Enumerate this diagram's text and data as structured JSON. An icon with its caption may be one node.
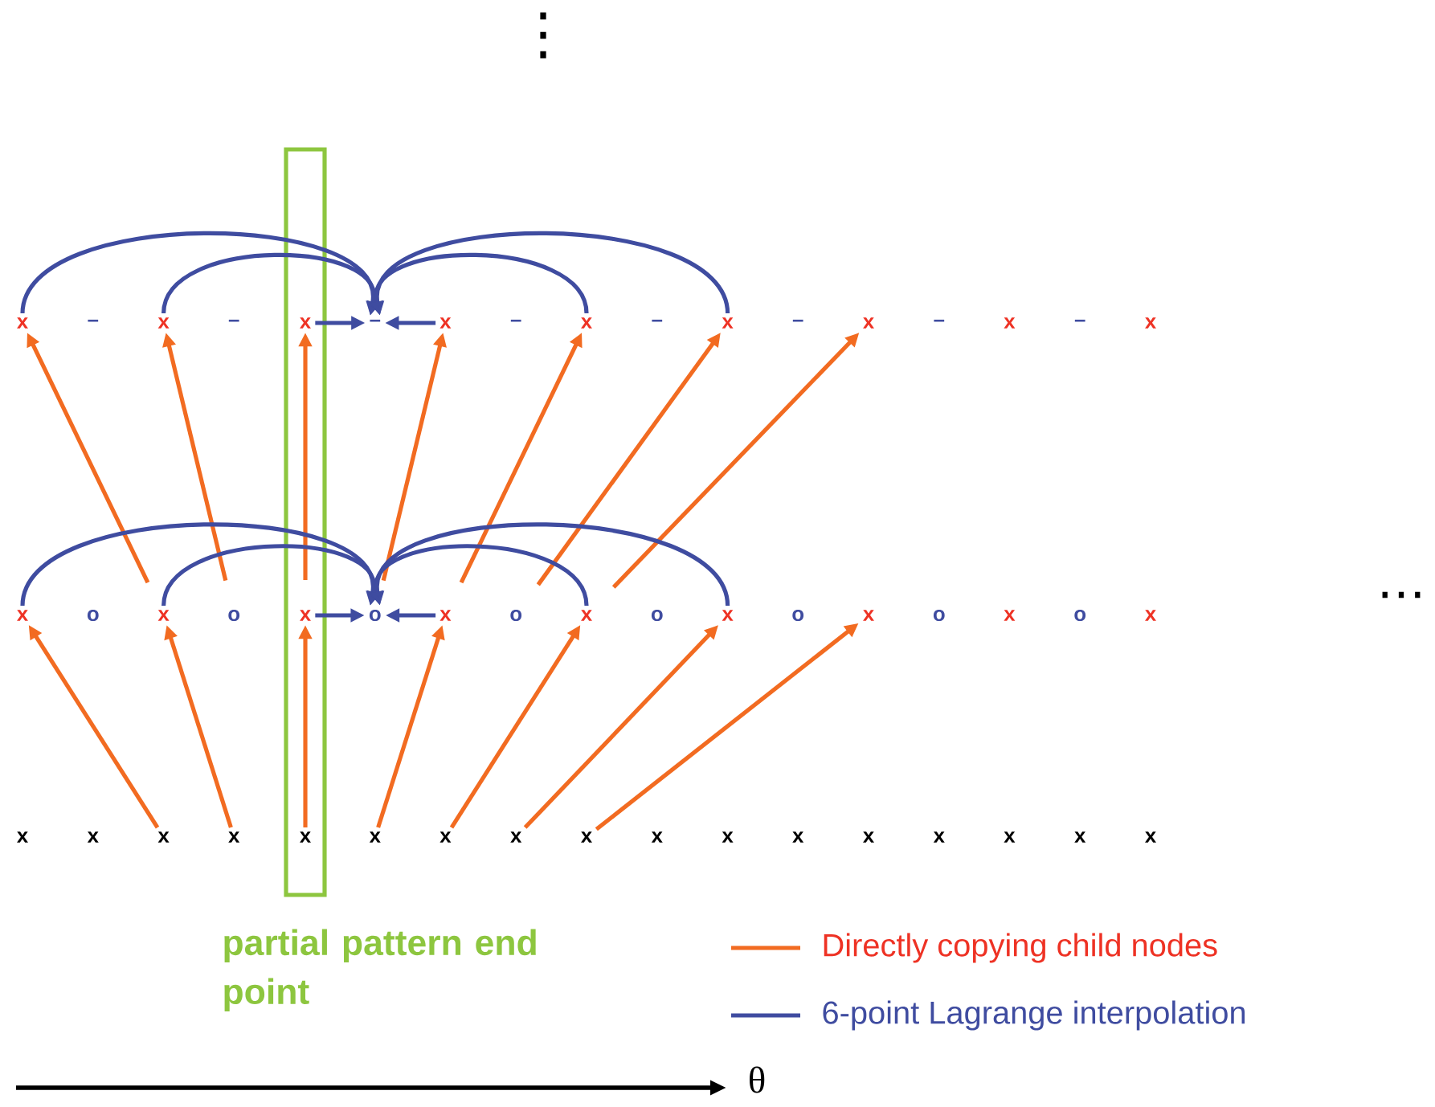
{
  "diagram": {
    "nodes": [
      {
        "text": [
          "partial pattern end point"
        ]
      },
      {
        "text": [
          "x"
        ]
      },
      {
        "text": [
          "–"
        ]
      },
      {
        "text": [
          "x"
        ]
      },
      {
        "text": [
          "–"
        ]
      },
      {
        "text": [
          "x"
        ],
        "in": 0
      },
      {
        "text": [
          "–"
        ]
      },
      {
        "text": [
          "x"
        ]
      },
      {
        "text": [
          "–"
        ]
      },
      {
        "text": [
          "x"
        ]
      },
      {
        "text": [
          "–"
        ]
      },
      {
        "text": [
          "x"
        ]
      },
      {
        "text": [
          "–"
        ]
      },
      {
        "text": [
          "x"
        ]
      },
      {
        "text": [
          "–"
        ]
      },
      {
        "text": [
          "x"
        ]
      },
      {
        "text": [
          "–"
        ]
      },
      {
        "text": [
          "x"
        ]
      },
      {
        "text": [
          "x"
        ]
      },
      {
        "text": [
          "o"
        ]
      },
      {
        "text": [
          "x"
        ]
      },
      {
        "text": [
          "o"
        ]
      },
      {
        "text": [
          "x"
        ],
        "in": 0
      },
      {
        "text": [
          "o"
        ]
      },
      {
        "text": [
          "x"
        ]
      },
      {
        "text": [
          "o"
        ]
      },
      {
        "text": [
          "x"
        ]
      },
      {
        "text": [
          "o"
        ]
      },
      {
        "text": [
          "x"
        ]
      },
      {
        "text": [
          "o"
        ]
      },
      {
        "text": [
          "x"
        ]
      },
      {
        "text": [
          "o"
        ]
      },
      {
        "text": [
          "x"
        ]
      },
      {
        "text": [
          "o"
        ]
      },
      {
        "text": [
          "x"
        ]
      },
      {
        "text": [
          "x"
        ]
      },
      {
        "text": [
          "x"
        ]
      },
      {
        "text": [
          "x"
        ]
      },
      {
        "text": [
          "x"
        ]
      },
      {
        "text": [
          "x"
        ],
        "in": 0
      },
      {
        "text": [
          "x"
        ]
      },
      {
        "text": [
          "x"
        ]
      },
      {
        "text": [
          "x"
        ]
      },
      {
        "text": [
          "x"
        ]
      },
      {
        "text": [
          "x"
        ]
      },
      {
        "text": [
          "x"
        ]
      },
      {
        "text": [
          "x"
        ]
      },
      {
        "text": [
          "x"
        ]
      },
      {
        "text": [
          "x"
        ]
      },
      {
        "text": [
          "x"
        ]
      },
      {
        "text": [
          "x"
        ]
      },
      {
        "text": [
          "x"
        ]
      }
    ],
    "edges": [
      {
        "from": 1,
        "to": 6,
        "arrow": "to",
        "color": "#3f4ca0"
      },
      {
        "from": 3,
        "to": 6,
        "arrow": "to",
        "color": "#3f4ca0"
      },
      {
        "from": 5,
        "to": 6,
        "arrow": "to",
        "color": "#3f4ca0"
      },
      {
        "from": 7,
        "to": 6,
        "arrow": "to",
        "color": "#3f4ca0"
      },
      {
        "from": 9,
        "to": 6,
        "arrow": "to",
        "color": "#3f4ca0"
      },
      {
        "from": 11,
        "to": 6,
        "arrow": "to",
        "color": "#3f4ca0"
      },
      {
        "from": 20,
        "to": 1,
        "arrow": "to"
      },
      {
        "from": 21,
        "to": 3,
        "arrow": "to"
      },
      {
        "from": 22,
        "to": 5,
        "arrow": "to"
      },
      {
        "from": 23,
        "to": 7,
        "arrow": "to"
      },
      {
        "from": 24,
        "to": 9,
        "arrow": "to"
      },
      {
        "from": 25,
        "to": 11,
        "arrow": "to"
      },
      {
        "from": 26,
        "to": 13,
        "arrow": "to"
      },
      {
        "from": 18,
        "to": 23,
        "arrow": "to",
        "color": "#3f4ca0"
      },
      {
        "from": 20,
        "to": 23,
        "arrow": "to",
        "color": "#3f4ca0"
      },
      {
        "from": 22,
        "to": 23,
        "arrow": "to",
        "color": "#3f4ca0"
      },
      {
        "from": 24,
        "to": 23,
        "arrow": "to",
        "color": "#3f4ca0"
      },
      {
        "from": 26,
        "to": 23,
        "arrow": "to",
        "color": "#3f4ca0"
      },
      {
        "from": 28,
        "to": 23,
        "arrow": "to",
        "color": "#3f4ca0"
      },
      {
        "from": 37,
        "to": 18,
        "arrow": "to"
      },
      {
        "from": 38,
        "to": 20,
        "arrow": "to"
      },
      {
        "from": 39,
        "to": 22,
        "arrow": "to"
      },
      {
        "from": 40,
        "to": 24,
        "arrow": "to"
      },
      {
        "from": 41,
        "to": 26,
        "arrow": "to"
      },
      {
        "from": 42,
        "to": 28,
        "arrow": "to"
      },
      {
        "from": 43,
        "to": 30,
        "arrow": "to"
      }
    ],
    "labels": [
      "⋮",
      "⋯",
      "θ"
    ],
    "legend": [
      {
        "text": "Directly copying child nodes"
      },
      {
        "text": "6-point Lagrange interpolation"
      }
    ]
  }
}
